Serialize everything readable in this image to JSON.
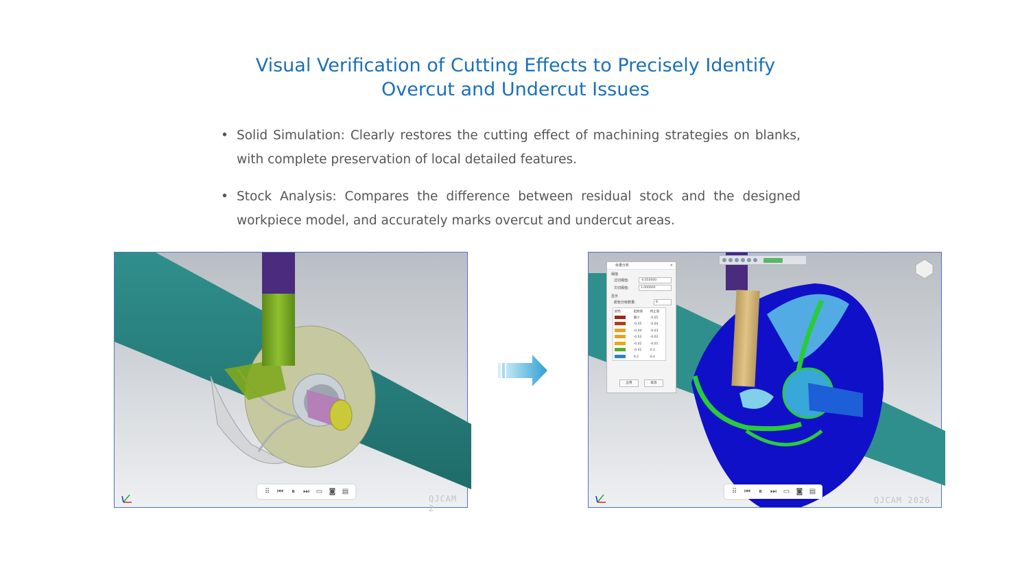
{
  "heading": {
    "line1": "Visual Verification of Cutting Effects to Precisely Identify",
    "line2": "Overcut and Undercut Issues"
  },
  "bullets": [
    {
      "marker": "•",
      "text": "Solid Simulation: Clearly restores the cutting effect of machining strategies on blanks, with complete preservation of local detailed features."
    },
    {
      "marker": "•",
      "text": "Stock Analysis: Compares the difference between residual stock and the designed workpiece model, and accurately marks overcut and undercut areas."
    }
  ],
  "left_panel": {
    "watermark": "QJCAM 2",
    "toolbar_icons": [
      "menu-icon",
      "skip-back-icon",
      "pause-icon",
      "skip-forward-icon",
      "save-icon",
      "camera-icon",
      "settings-icon"
    ]
  },
  "right_panel": {
    "watermark": "QJCAM 2026",
    "toolbar_icons": [
      "menu-icon",
      "skip-back-icon",
      "pause-icon",
      "skip-forward-icon",
      "save-icon",
      "camera-icon",
      "settings-icon"
    ],
    "dialog": {
      "title": "余量分析",
      "close": "×",
      "section1": "阈值",
      "overcut_label": "过切阈值:",
      "overcut_value": "-0.050000",
      "undercut_label": "欠切阈值:",
      "undercut_value": "1.000000",
      "section2": "显示",
      "levels_label": "颜色分级数量:",
      "levels_value": "8",
      "col_color": "颜色",
      "col_min": "起始值",
      "col_max": "终止值",
      "rows": [
        {
          "color": "#9a2a16",
          "min": "最小",
          "max": "-0.05"
        },
        {
          "color": "#b83a1a",
          "min": "-0.05",
          "max": "-0.04"
        },
        {
          "color": "#e8a31a",
          "min": "-0.04",
          "max": "-0.03"
        },
        {
          "color": "#e8a31a",
          "min": "-0.03",
          "max": "-0.02"
        },
        {
          "color": "#eda615",
          "min": "-0.02",
          "max": "-0.01"
        },
        {
          "color": "#5aaa2a",
          "min": "-0.01",
          "max": "0.2"
        },
        {
          "color": "#2a86c8",
          "min": "0.2",
          "max": "0.4"
        }
      ],
      "apply_label": "应用",
      "cancel_label": "取消"
    }
  },
  "colors": {
    "heading": "#1a6fbd",
    "body_text": "#555555",
    "panel_border": "#4a73c8",
    "arrow": "#3aa8d8"
  }
}
